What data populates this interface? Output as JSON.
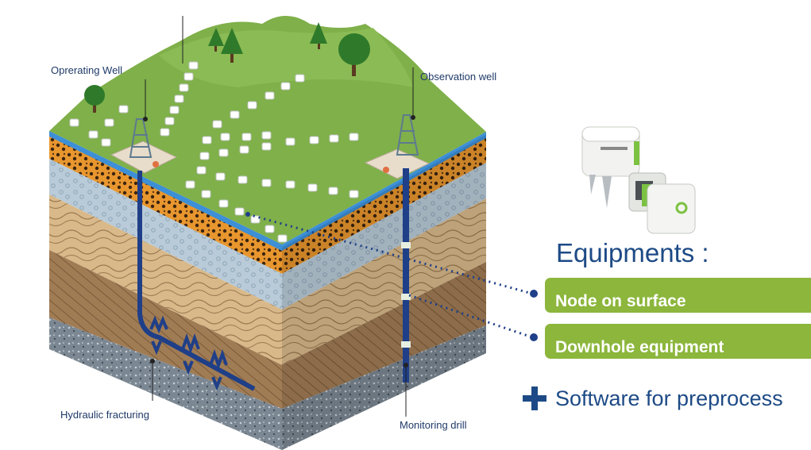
{
  "labels": {
    "operating_well": "Oprerating Well",
    "observation_well": "Observation well",
    "hydraulic_fracturing": "Hydraulic fracturing",
    "monitoring_drill": "Monitoring drill"
  },
  "equipments": {
    "title": "Equipments :",
    "items": [
      "Node on surface",
      "Downhole equipment"
    ],
    "software": "Software for preprocess"
  },
  "icons": [
    "tree-icon",
    "well-derrick-icon",
    "seismic-node-icon",
    "plus-icon"
  ],
  "colors": {
    "accent_green": "#8cb63c",
    "title_blue": "#1d4a86",
    "label_blue": "#1f3a68",
    "grass": "#7fb04a",
    "water_line": "#3d8fd6"
  }
}
